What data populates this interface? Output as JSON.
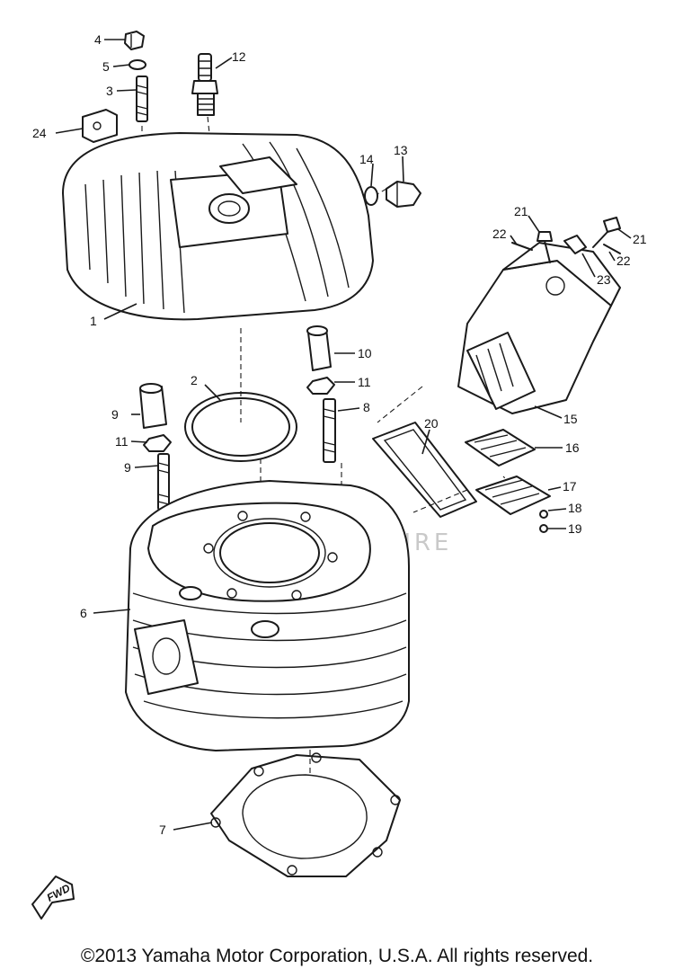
{
  "callouts": [
    {
      "n": "1",
      "part": "cylinder-head"
    },
    {
      "n": "2",
      "part": "head-gasket"
    },
    {
      "n": "3",
      "part": "stud-bolt"
    },
    {
      "n": "4",
      "part": "nut"
    },
    {
      "n": "5",
      "part": "washer"
    },
    {
      "n": "6",
      "part": "cylinder"
    },
    {
      "n": "7",
      "part": "base-gasket"
    },
    {
      "n": "8",
      "part": "stud-bolt"
    },
    {
      "n": "9",
      "part": "stud-bolt"
    },
    {
      "n": "10",
      "part": "nut"
    },
    {
      "n": "11",
      "part": "washer"
    },
    {
      "n": "12",
      "part": "spark-plug"
    },
    {
      "n": "13",
      "part": "plug"
    },
    {
      "n": "14",
      "part": "gasket"
    },
    {
      "n": "15",
      "part": "reed-valve-manifold"
    },
    {
      "n": "16",
      "part": "reed-stopper"
    },
    {
      "n": "17",
      "part": "reed-valve"
    },
    {
      "n": "18",
      "part": "washer"
    },
    {
      "n": "19",
      "part": "screw"
    },
    {
      "n": "20",
      "part": "manifold-gasket"
    },
    {
      "n": "21",
      "part": "bolt"
    },
    {
      "n": "22",
      "part": "washer"
    },
    {
      "n": "23",
      "part": "cap"
    },
    {
      "n": "24",
      "part": "decompressor"
    }
  ],
  "watermark": "LEADVENTURE",
  "fwd_mark": "FWD",
  "copyright": "©2013 Yamaha Motor Corporation, U.S.A. All rights reserved."
}
